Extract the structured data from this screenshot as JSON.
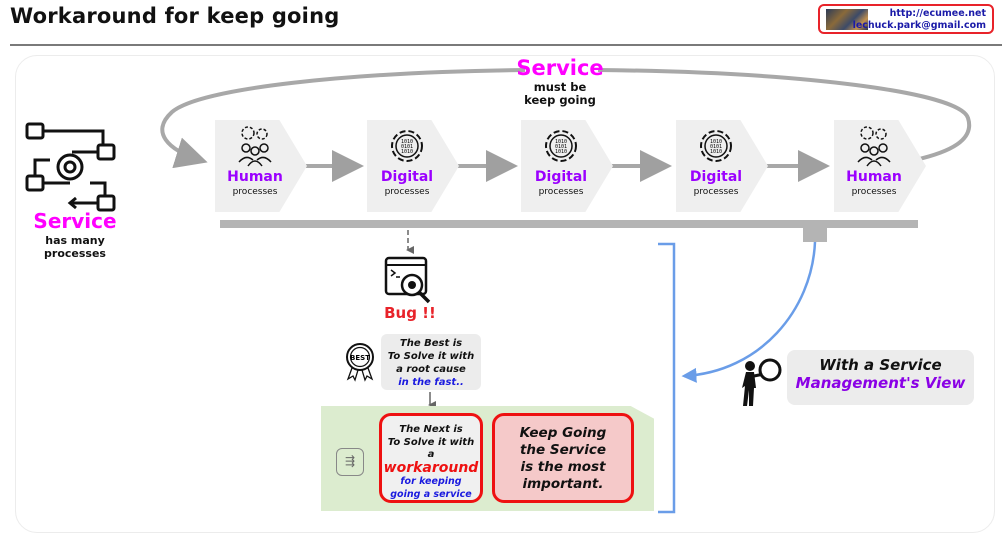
{
  "header": {
    "title": "Workaround for keep going",
    "author_url": "http://ecumee.net",
    "author_email": "lechuck.park@gmail.com"
  },
  "service_loop": {
    "title": "Service",
    "subtitle_line1": "must be",
    "subtitle_line2": "keep going"
  },
  "service_left": {
    "title": "Service",
    "line1": "has many",
    "line2": "processes",
    "icon": "workflow-checklist-gear-icon"
  },
  "processes": [
    {
      "name": "Human",
      "sub": "processes",
      "icon": "team-gears-icon"
    },
    {
      "name": "Digital",
      "sub": "processes",
      "icon": "binary-gear-icon"
    },
    {
      "name": "Digital",
      "sub": "processes",
      "icon": "binary-gear-icon"
    },
    {
      "name": "Digital",
      "sub": "processes",
      "icon": "binary-gear-icon"
    },
    {
      "name": "Human",
      "sub": "processes",
      "icon": "team-gears-icon"
    }
  ],
  "bug": {
    "label": "Bug !!",
    "icon": "bug-inspect-window-icon"
  },
  "best": {
    "icon": "best-award-badge-icon",
    "lines": [
      "The Best is",
      "To Solve it with",
      "a root cause"
    ],
    "highlight": "in the fast.."
  },
  "next": {
    "line1": "The Next is",
    "line2": "To Solve it with",
    "prefix": "a ",
    "keyword": "workaround",
    "blue1": "for keeping",
    "blue2": "going a service"
  },
  "keep": {
    "lines": [
      "Keep Going",
      "the Service",
      "is the most",
      "important."
    ]
  },
  "management": {
    "line1": "With a Service",
    "line2": "Management's View",
    "icon": "inspector-magnifier-icon"
  },
  "colors": {
    "accent_magenta": "#ff00ff",
    "accent_purple": "#9b00ff",
    "alert_red": "#ee1111",
    "connector_blue": "#6a9de8",
    "flow_gray": "#a8a8a8"
  }
}
